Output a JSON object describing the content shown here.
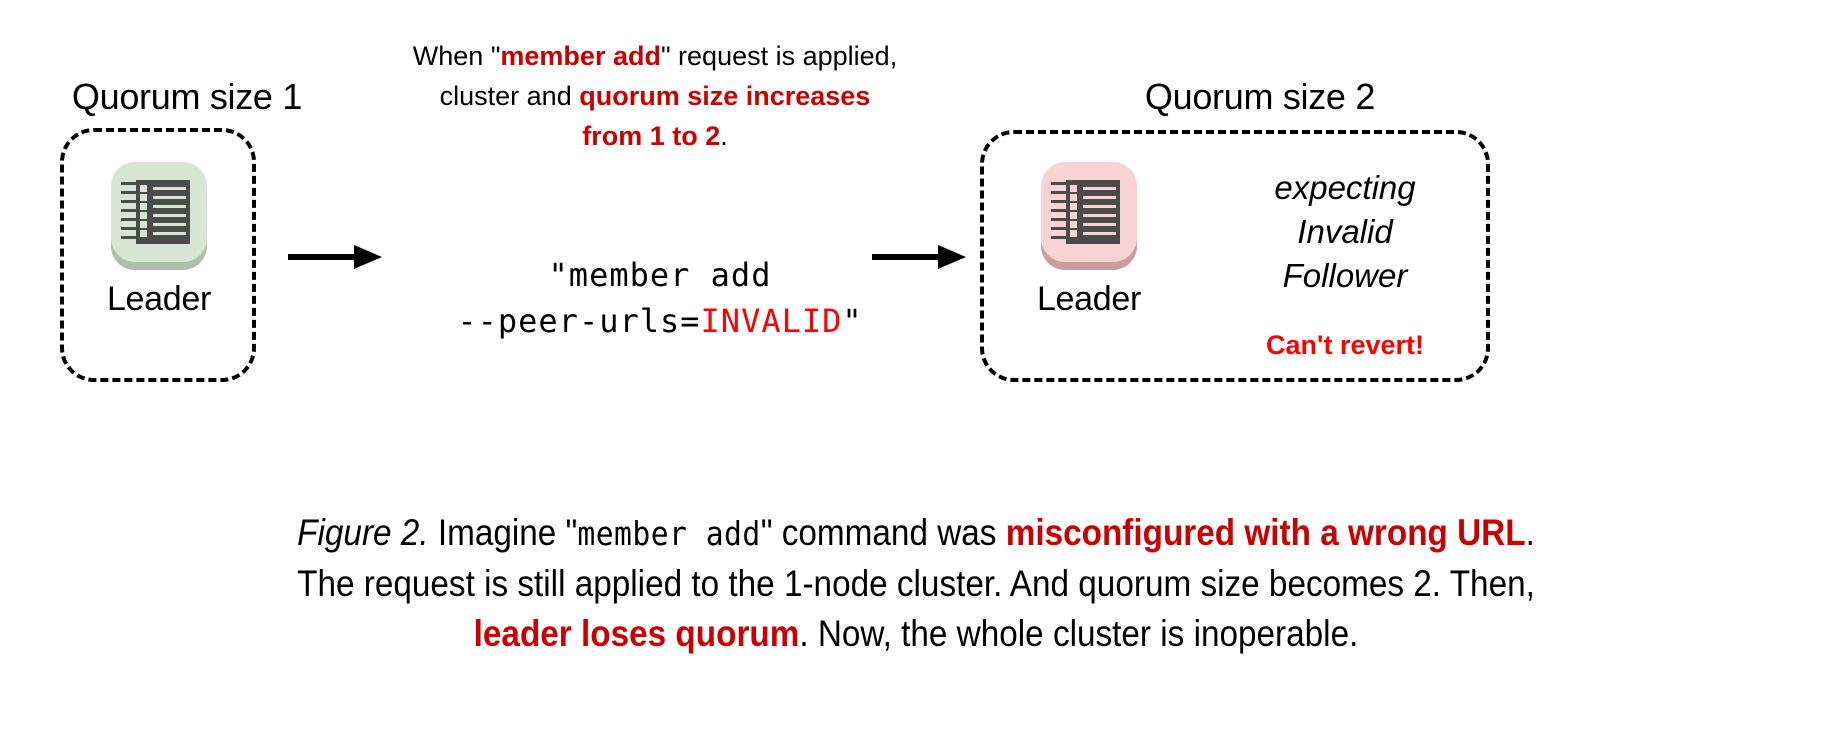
{
  "figure": {
    "left_cluster": {
      "group_label": "Quorum size 1",
      "node_name": "Leader",
      "icon": "notebook-icon",
      "tile_color": "#D6E6D2",
      "tile_shadow_color": "#AFBFAA"
    },
    "right_cluster": {
      "group_label": "Quorum size 2",
      "node_name": "Leader",
      "icon": "notebook-icon",
      "tile_color": "#F8D3D3",
      "tile_shadow_color": "#C79E9E",
      "follower_line_1": "expecting",
      "follower_line_2": "Invalid",
      "follower_line_3": "Follower",
      "warning": "Can't revert!",
      "warning_color": "#FF0000"
    },
    "top_caption": {
      "line1_a": "When \"",
      "line1_b": "member add",
      "line1_c": "\" request is applied,",
      "line2_a": "cluster and ",
      "line2_b": "quorum size increases",
      "line3_b": "from 1 to 2",
      "line3_c": ".",
      "highlight_color": "#CC0000"
    },
    "command": {
      "line1": "\"member add",
      "line2_prefix": "--peer-urls=",
      "line2_invalid": "INVALID",
      "line2_suffix": "\"",
      "invalid_color": "#FF0000"
    },
    "arrows": {
      "left": "arrow-right-icon",
      "right": "arrow-right-icon"
    },
    "caption": {
      "fignum": "Figure 2.",
      "seg1": " Imagine \"",
      "seg2_mono": "member add",
      "seg3": "\" command was ",
      "seg4_red": "misconfigured with a wrong URL",
      "seg5": ".",
      "seg6": "The request is still applied to the 1-node cluster. And quorum size becomes 2. Then,",
      "seg7_red": "leader loses quorum",
      "seg8": ". Now, the whole cluster is inoperable.",
      "highlight_color": "#CC0000"
    }
  }
}
